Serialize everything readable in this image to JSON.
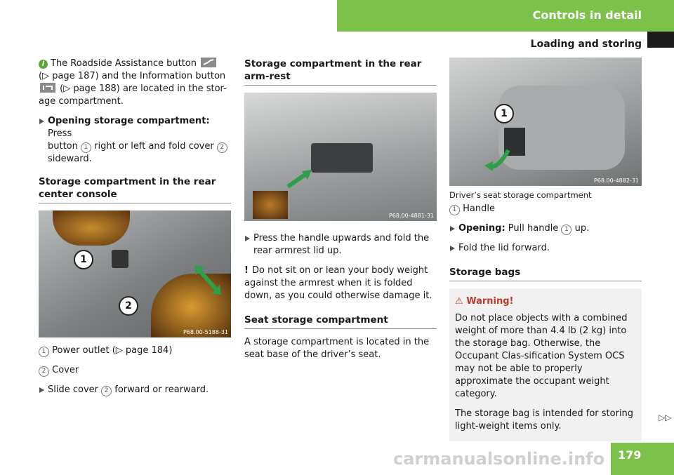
{
  "header": {
    "section": "Controls in detail",
    "subsection": "Loading and storing"
  },
  "col1": {
    "info_text_1": "The Roadside Assistance button",
    "info_text_2": "(▷ page 187) and the Information button",
    "info_text_3": "(▷ page 188) are located in the stor-",
    "info_text_4": "age compartment.",
    "open_label": "Opening storage compartment:",
    "open_text_1": "Press",
    "open_text_2": "button",
    "open_text_3": "right or left and fold cover",
    "open_text_4": "sideward.",
    "heading": "Storage compartment in the rear center console",
    "image_code": "P68.00-5188-31",
    "legend_1": "Power outlet (▷ page 184)",
    "legend_2": "Cover",
    "slide_1": "Slide cover",
    "slide_2": "forward or rearward."
  },
  "col2": {
    "heading": "Storage compartment in the rear arm-rest",
    "image_code": "P68.00-4881-31",
    "press_text": "Press the handle upwards and fold the rear armrest lid up.",
    "excl_mark": "!",
    "note_text": "Do not sit on or lean your body weight against the armrest when it is folded down, as you could otherwise damage it.",
    "heading2": "Seat storage compartment",
    "seat_text": "A storage compartment is located in the seat base of the driver’s seat."
  },
  "col3": {
    "image_code": "P68.00-4882-31",
    "caption": "Driver’s seat storage compartment",
    "legend_1": "Handle",
    "open_label": "Opening:",
    "open_text_1": "Pull handle",
    "open_text_2": "up.",
    "fold_text": "Fold the lid forward.",
    "heading": "Storage bags",
    "warn_title": "Warning!",
    "warn_text_1": "Do not place objects with a combined weight of more than 4.4 lb (2 kg) into the storage bag. Otherwise, the Occupant Clas-sification System OCS may not be able to properly approximate the occupant weight category.",
    "warn_text_2": "The storage bag is intended for storing light-weight items only."
  },
  "callouts": {
    "one": "1",
    "two": "2"
  },
  "page_number": "179",
  "continue_mark": "▷▷",
  "watermark": "carmanualsonline.info",
  "colors": {
    "accent": "#7dc14b",
    "warning": "#c0392b"
  }
}
